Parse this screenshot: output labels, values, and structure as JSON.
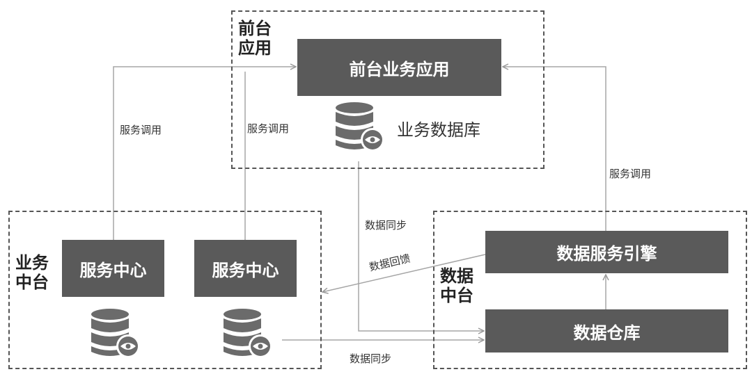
{
  "zones": {
    "front": "前台\n应用",
    "business": "业务\n中台",
    "data": "数据\n中台"
  },
  "boxes": {
    "front_app": "前台业务应用",
    "service_center_1": "服务中心",
    "service_center_2": "服务中心",
    "data_service_engine": "数据服务引擎",
    "data_warehouse": "数据仓库"
  },
  "db_label": "业务数据库",
  "edge_labels": {
    "service_call_1": "服务调用",
    "service_call_2": "服务调用",
    "service_call_3": "服务调用",
    "data_sync_1": "数据同步",
    "data_feedback": "数据回馈",
    "data_sync_2": "数据同步"
  }
}
